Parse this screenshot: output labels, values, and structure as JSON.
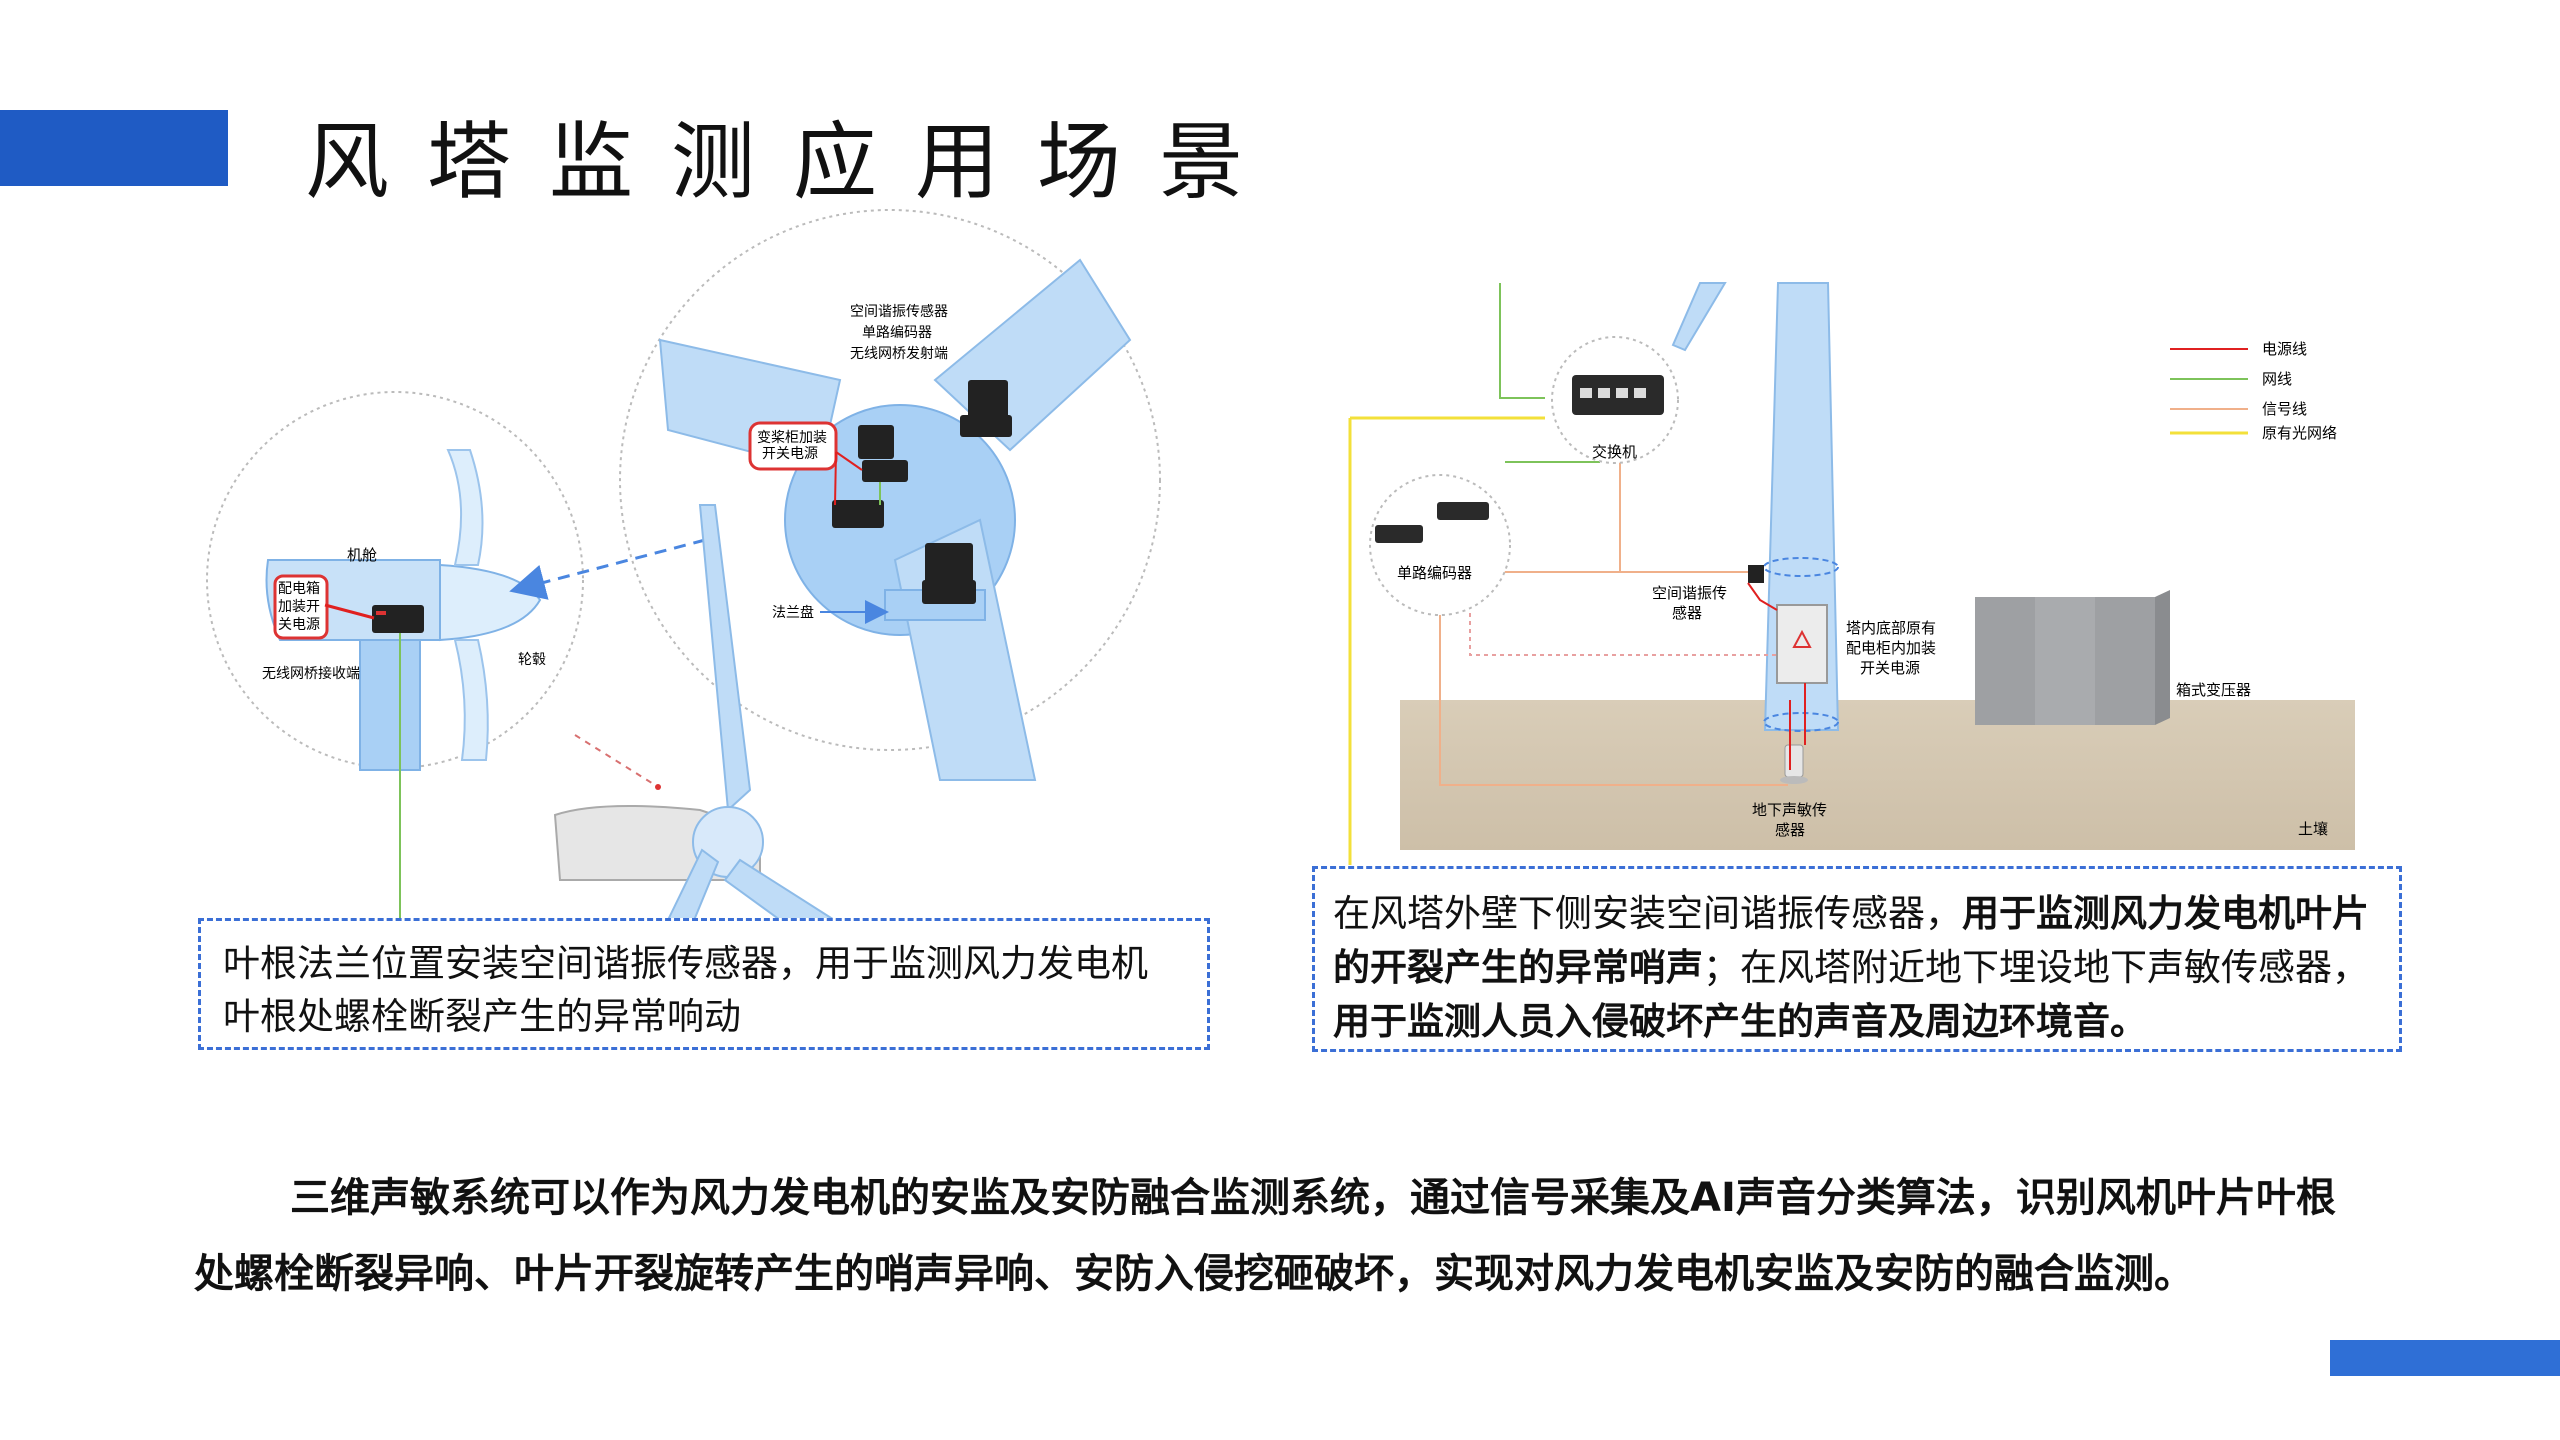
{
  "title": "风塔监测应用场景",
  "colors": {
    "accent": "#1f5bc4",
    "power_line": "#e02020",
    "network_line": "#7dc35a",
    "signal_line": "#f0b08a",
    "fiber_line": "#f3e03a",
    "dashed_border": "#3b6fd6",
    "tower_blue": "#bfdcf7"
  },
  "left_diagram": {
    "labels": {
      "nacelle": "机舱",
      "distribution_box": [
        "配电箱",
        "加装开",
        "关电源"
      ],
      "wireless_receiver": "无线网桥接收端",
      "hub": "轮毂",
      "flange": "法兰盘",
      "pitch_box": [
        "变桨柜加装",
        "开关电源"
      ],
      "sensor_stack": [
        "空间谐振传感器",
        "单路编码器",
        "无线网桥发射端"
      ]
    }
  },
  "right_diagram": {
    "labels": {
      "switch": "交换机",
      "encoder": "单路编码器",
      "resonance_sensor": [
        "空间谐振传",
        "感器"
      ],
      "tower_base": [
        "塔内底部原有",
        "配电柜内加装",
        "开关电源"
      ],
      "transformer": "箱式变压器",
      "ground_sensor": [
        "地下声敏传",
        "感器"
      ],
      "soil": "土壤"
    },
    "legend": [
      {
        "label": "电源线",
        "color": "#e02020"
      },
      {
        "label": "网线",
        "color": "#7dc35a"
      },
      {
        "label": "信号线",
        "color": "#f0b08a"
      },
      {
        "label": "原有光网络",
        "color": "#f3e03a"
      }
    ]
  },
  "captions": {
    "left_line1": "叶根法兰位置安装空间谐振传感器，用于监测风力发电机",
    "left_line2": "叶根处螺栓断裂产生的异常响动",
    "right_part1": "在风塔外壁下侧安装空间谐振传感器，",
    "right_part2": "用于监测风力发电机叶片的开裂产生的异常哨声",
    "right_part3": "；在风塔附近地下埋设地下声敏传感器，",
    "right_part4": "用于监测人员入侵破坏产生的声音及周边环境音。"
  },
  "summary": "三维声敏系统可以作为风力发电机的安监及安防融合监测系统，通过信号采集及AI声音分类算法，识别风机叶片叶根处螺栓断裂异响、叶片开裂旋转产生的哨声异响、安防入侵挖砸破坏，实现对风力发电机安监及安防的融合监测。"
}
